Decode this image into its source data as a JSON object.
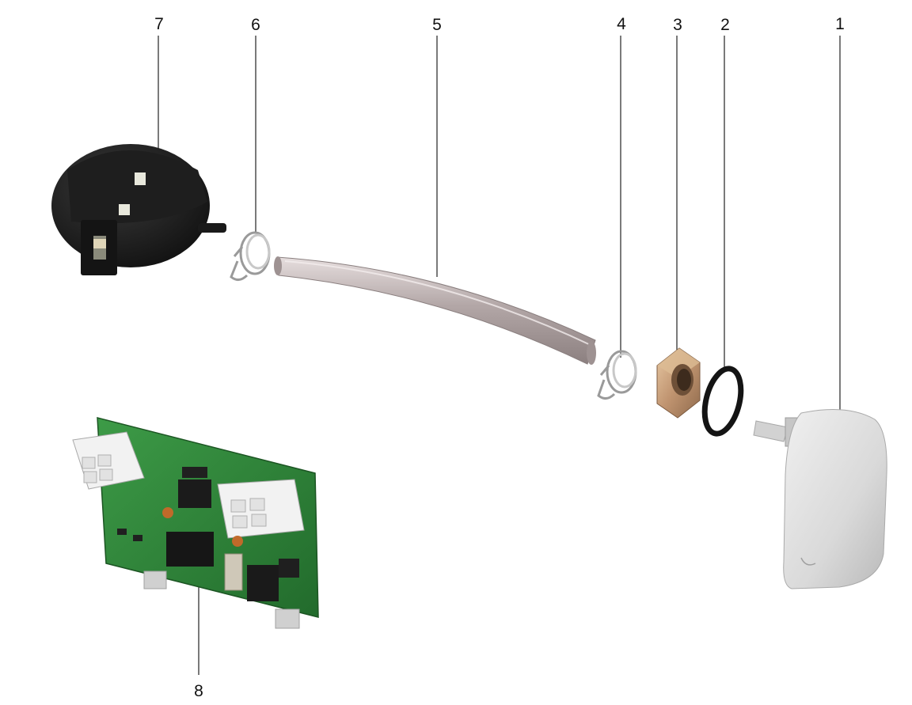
{
  "callouts": [
    "1",
    "2",
    "3",
    "4",
    "5",
    "6",
    "7",
    "8"
  ],
  "colors": {
    "background": "#ffffff",
    "leader": "#222222",
    "sensor_body": "#161616",
    "tube": "#b9aeae",
    "brass": "#c7a27a",
    "pcb": "#2f8a3a",
    "housing": "#dcdcdc"
  },
  "parts": [
    {
      "id": "7",
      "icon": "pressure-switch-icon"
    },
    {
      "id": "6",
      "icon": "hose-clip-icon"
    },
    {
      "id": "5",
      "icon": "hose-tube-icon"
    },
    {
      "id": "4",
      "icon": "hose-clip-icon"
    },
    {
      "id": "3",
      "icon": "hex-nut-icon"
    },
    {
      "id": "2",
      "icon": "o-ring-icon"
    },
    {
      "id": "1",
      "icon": "sensor-housing-icon"
    },
    {
      "id": "8",
      "icon": "circuit-board-icon"
    }
  ]
}
